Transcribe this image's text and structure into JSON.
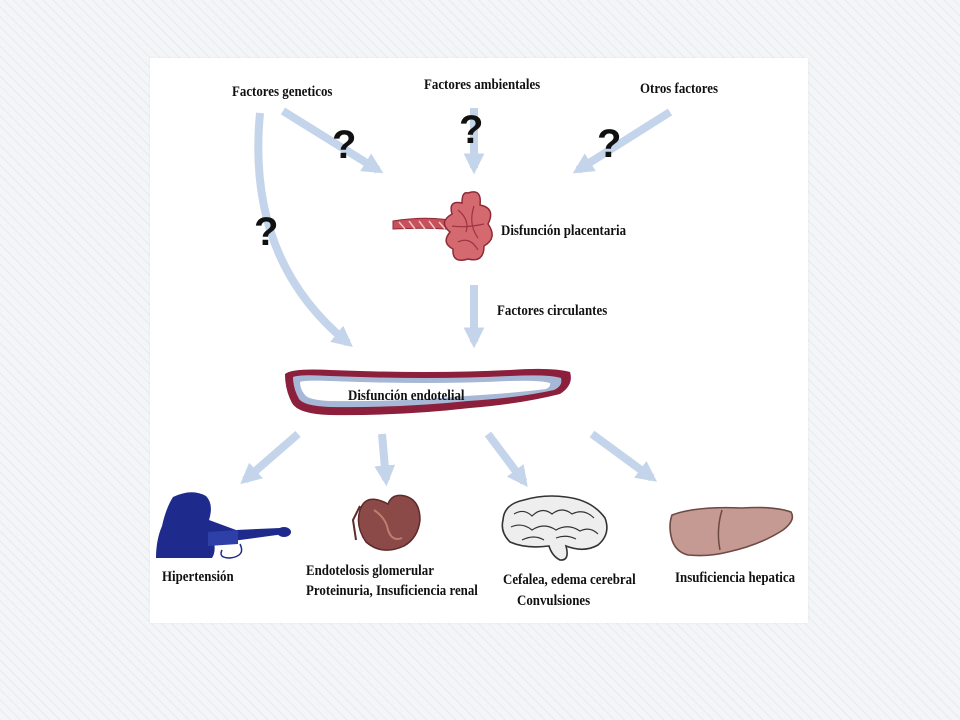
{
  "colors": {
    "arrow": "#c4d4ea",
    "question_mark": "#111111",
    "vessel_outer": "#8b1f3c",
    "vessel_inner": "#a7b8d6",
    "kidney": "#8b4a48",
    "liver": "#c49a92",
    "person": "#1e2a8c",
    "placenta": "#c8505a"
  },
  "question_mark": "?",
  "sources": {
    "genetic": "Factores geneticos",
    "environmental": "Factores ambientales",
    "other": "Otros factores"
  },
  "placenta_label": "Disfunción placentaria",
  "circulating_label": "Factores circulantes",
  "endothelial_label": "Disfunción endotelial",
  "outcomes": {
    "hypertension": "Hipertensión",
    "kidney_line1": "Endotelosis glomerular",
    "kidney_line2": "Proteinuria, Insuficiencia renal",
    "brain_line1": "Cefalea, edema cerebral",
    "brain_line2": "Convulsiones",
    "liver": "Insuficiencia hepatica"
  },
  "icons": [
    "placenta-icon",
    "blood-vessel-icon",
    "hypertension-person-icon",
    "kidney-icon",
    "brain-icon",
    "liver-icon"
  ]
}
